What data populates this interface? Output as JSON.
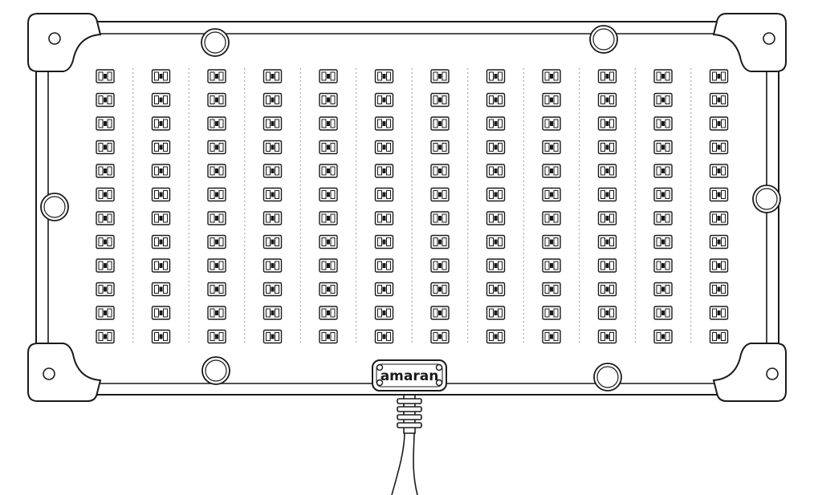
{
  "product": {
    "brand_label": "amaran"
  },
  "led_grid": {
    "columns": 12,
    "rows": 12
  },
  "colors": {
    "line": "#1a1a1a",
    "background": "#ffffff",
    "divider": "#999999"
  },
  "icons": {
    "corners": "corner-bracket-icon",
    "mounts": "mounting-button-icon",
    "leds": "led-chip-icon",
    "screws": "screw-icon"
  }
}
